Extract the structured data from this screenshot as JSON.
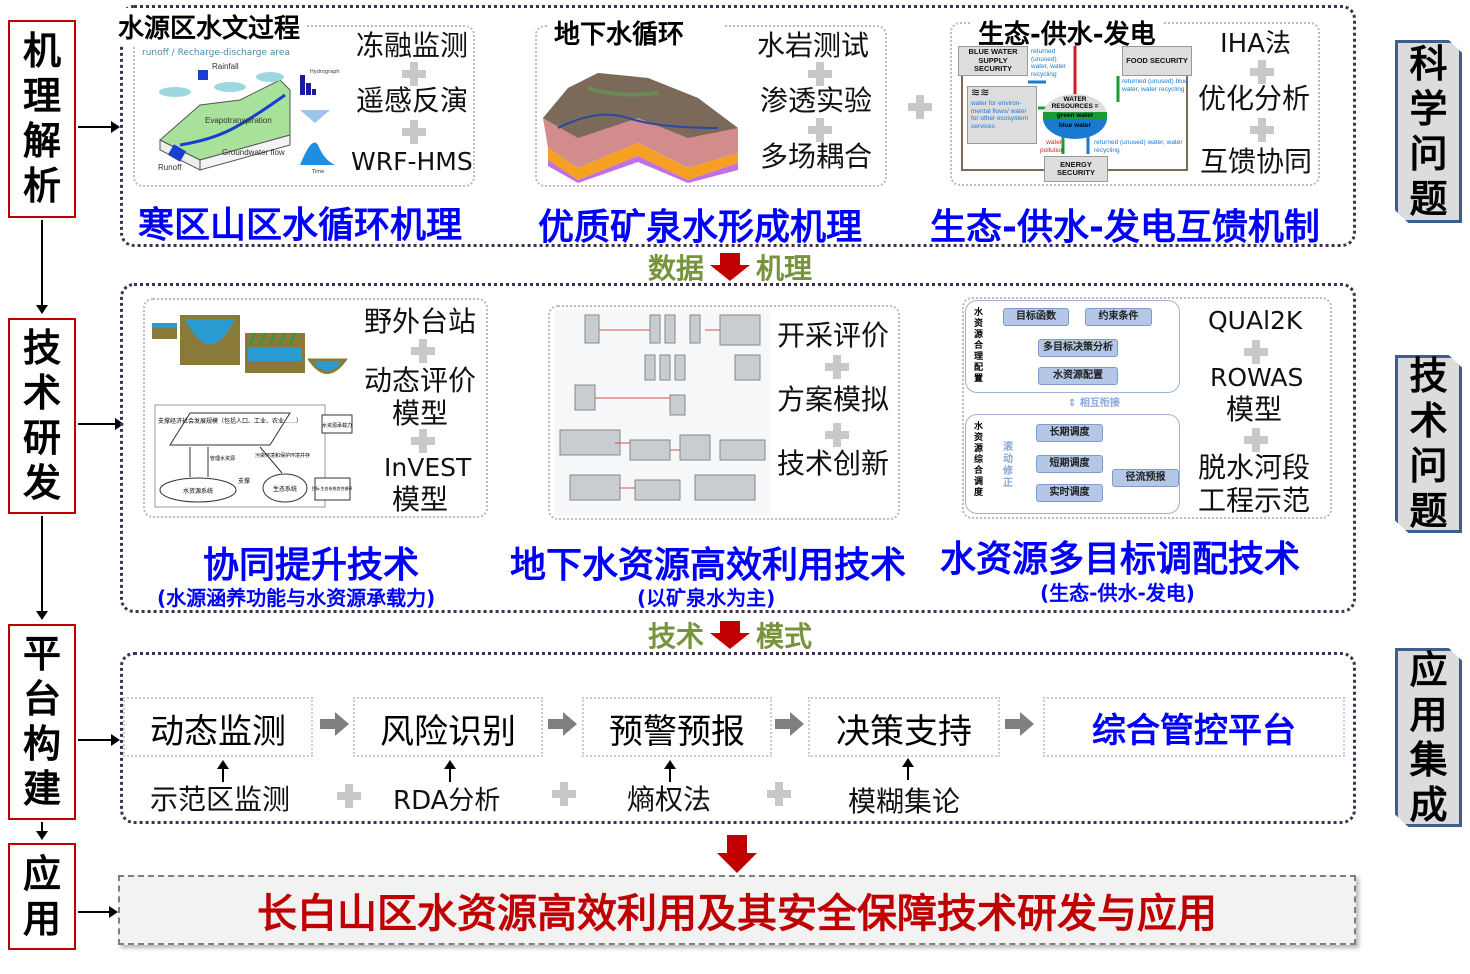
{
  "left_labels": [
    {
      "chars": [
        "机",
        "理",
        "解",
        "析"
      ]
    },
    {
      "chars": [
        "技",
        "术",
        "研",
        "发"
      ]
    },
    {
      "chars": [
        "平",
        "台",
        "构",
        "建"
      ]
    },
    {
      "chars": [
        "应",
        "用"
      ]
    }
  ],
  "right_labels": [
    {
      "chars": [
        "科",
        "学",
        "问",
        "题"
      ]
    },
    {
      "chars": [
        "技",
        "术",
        "问",
        "题"
      ]
    },
    {
      "chars": [
        "应",
        "用",
        "集",
        "成"
      ]
    }
  ],
  "row1": {
    "panels": [
      {
        "title": "水源区水文过程",
        "items": [
          "冻融监测",
          "遥感反演",
          "WRF-HMS"
        ],
        "label": "寒区山区水循环机理",
        "image_caption": "runoff / Recharge-discharge area",
        "image_texts": [
          "Rainfall",
          "Hydrograph",
          "Evapotranspiration",
          "Groundwater flow",
          "Runoff",
          "Time"
        ]
      },
      {
        "title": "地下水循环",
        "items": [
          "水岩测试",
          "渗透实验",
          "多场耦合"
        ],
        "label": "优质矿泉水形成机理"
      },
      {
        "title": "生态-供水-发电",
        "items": [
          "IHA法",
          "优化分析",
          "互馈协同"
        ],
        "label": "生态-供水-发电互馈机制",
        "image_texts": {
          "blue": "BLUE WATER SUPPLY SECURITY",
          "food": "FOOD SECURITY",
          "center1": "WATER RESOURCES =",
          "center2": "green water",
          "center3": "blue water",
          "energy": "ENERGY SECURITY",
          "eco": "water for environ-mental flows/ water for other ecosystem services",
          "ret1": "returned (unused) water, water recycling",
          "ret2": "returned (unused) blue water, water recycling",
          "pollution": "water pollution",
          "ret3": "returned (unused) water, water recycling"
        }
      }
    ],
    "separator": {
      "left": "数据",
      "right": "机理"
    }
  },
  "row2": {
    "panels": [
      {
        "items": [
          "野外台站",
          "动态评价",
          "模型",
          "InVEST",
          "模型"
        ],
        "label": "协同提升技术",
        "sublabel": "(水源涵养功能与水资源承载力)",
        "image_texts": {
          "top": "支撑经济社会发展规模（包括人口、工业、农业……）",
          "capacity": "水资源承载力",
          "water_sys": "水资源系统",
          "eco_sys": "生态系统",
          "goal": "目标:生态系统良性循环",
          "support": "支撑",
          "manage": "管理水资源",
          "pollute": "污染环境和保护环境并存"
        }
      },
      {
        "items": [
          "开采评价",
          "方案模拟",
          "技术创新"
        ],
        "label": "地下水资源高效利用技术",
        "sublabel": "(以矿泉水为主)"
      },
      {
        "items": [
          "QUAl2K",
          "ROWAS",
          "模型",
          "脱水河段",
          "工程示范"
        ],
        "label": "水资源多目标调配技术",
        "sublabel": "(生态-供水-发电)",
        "diagram": {
          "top_side": "水资源合理配置",
          "b1": "目标函数",
          "b2": "约束条件",
          "b3": "多目标决策分析",
          "b4": "水资源配置",
          "link": "相互衔接",
          "bottom_side": "水资源综合调度",
          "roll": "滚动修正",
          "c1": "长期调度",
          "c2": "短期调度",
          "c3": "实时调度",
          "c4": "径流预报"
        }
      }
    ],
    "separator": {
      "left": "技术",
      "right": "模式"
    }
  },
  "row3": {
    "stages": [
      "动态监测",
      "风险识别",
      "预警预报",
      "决策支持"
    ],
    "platform": "综合管控平台",
    "methods": [
      "示范区监测",
      "RDA分析",
      "熵权法",
      "模糊集论"
    ]
  },
  "final": "长白山区水资源高效利用及其安全保障技术研发与应用",
  "colors": {
    "red": "#c00000",
    "blue": "#0000ff",
    "green": "#77933c",
    "frame": "#3f3151",
    "side": "#3b5f8f"
  }
}
